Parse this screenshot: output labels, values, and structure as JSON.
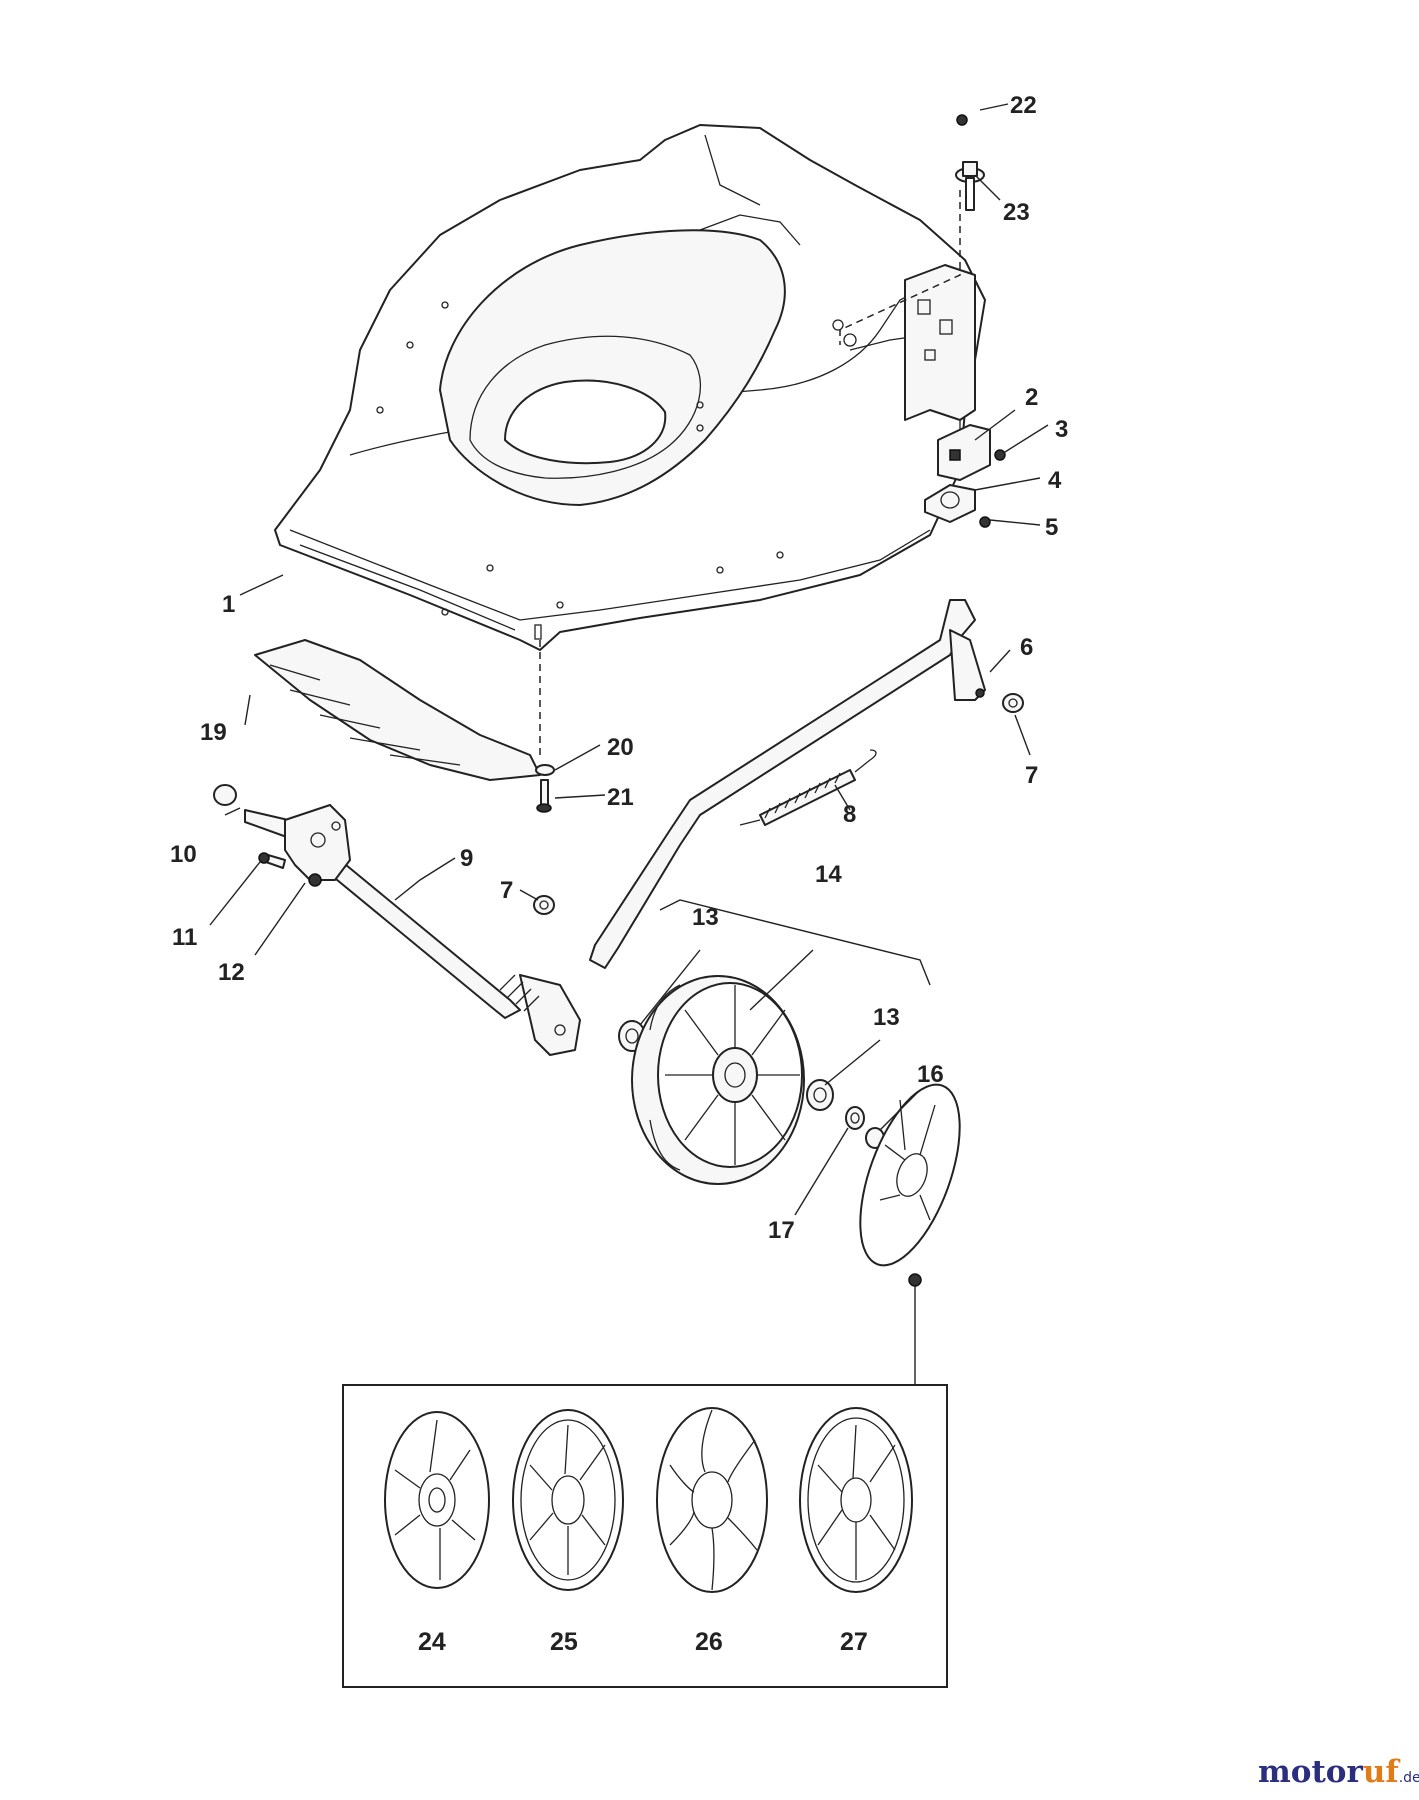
{
  "callouts": {
    "c1": "1",
    "c2": "2",
    "c3": "3",
    "c4": "4",
    "c5": "5",
    "c6": "6",
    "c7a": "7",
    "c7b": "7",
    "c8": "8",
    "c9": "9",
    "c10": "10",
    "c11": "11",
    "c12": "12",
    "c13a": "13",
    "c13b": "13",
    "c14": "14",
    "c16": "16",
    "c17": "17",
    "c19": "19",
    "c20": "20",
    "c21": "21",
    "c22": "22",
    "c23": "23"
  },
  "hubcap_variants": [
    "24",
    "25",
    "26",
    "27"
  ],
  "watermark": {
    "part1": "motor",
    "part2": "uf",
    "suffix": ".de"
  }
}
